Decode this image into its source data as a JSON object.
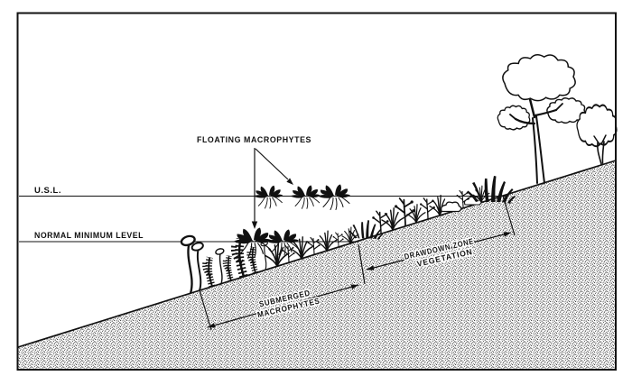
{
  "labels": {
    "floating_macrophytes": "FLOATING MACROPHYTES",
    "usl": "U.S.L.",
    "normal_minimum_level": "NORMAL MINIMUM LEVEL",
    "submerged_line1": "SUBMERGED",
    "submerged_line2": "MACROPHYTES",
    "drawdown_line1": "DRAWDOWN ZONE",
    "drawdown_line2": "VEGETATION"
  },
  "colors": {
    "ink": "#111111",
    "paper": "#ffffff",
    "ground_stipple": "#2a2a2a"
  },
  "glyphs": {
    "large_tree": "deciduous tree outline on upper bank",
    "small_tree": "small tree outline near right edge",
    "reed_tuft": "dark reed/grass clump at upper storage level shoreline",
    "floating_plant": "floating rosette macrophyte with trailing roots",
    "submerged_plant": "submerged macrophyte (stalks and feathery shoots)",
    "drawdown_plant": "grass and forb sketches on drawdown slope"
  }
}
